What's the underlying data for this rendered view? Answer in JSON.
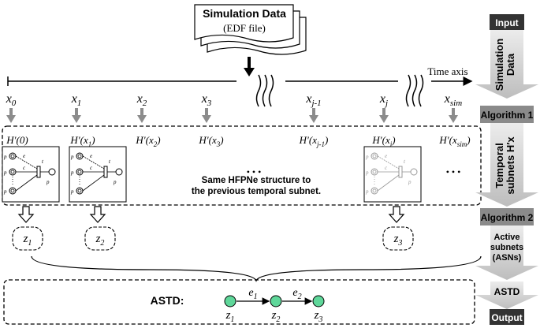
{
  "sim_data": {
    "title": "Simulation Data",
    "subtitle": "(EDF file)"
  },
  "time_axis_label": "Time axis",
  "x_ticks": [
    {
      "base": "x",
      "sub": "0"
    },
    {
      "base": "x",
      "sub": "1"
    },
    {
      "base": "x",
      "sub": "2"
    },
    {
      "base": "x",
      "sub": "3"
    },
    {
      "base": "x",
      "sub": "j-1"
    },
    {
      "base": "x",
      "sub": "j"
    },
    {
      "base": "x",
      "sub": "sim"
    }
  ],
  "subnet_labels": [
    {
      "text": "H′(0)"
    },
    {
      "base": "H′(x",
      "sub": "1",
      "tail": ")"
    },
    {
      "base": "H′(x",
      "sub": "2",
      "tail": ")"
    },
    {
      "base": "H′(x",
      "sub": "3",
      "tail": ")"
    },
    {
      "base": "H′(x",
      "sub": "j-1",
      "tail": ")"
    },
    {
      "base": "H′(x",
      "sub": "j",
      "tail": ")"
    },
    {
      "base": "H′(x",
      "sub": "sim",
      "tail": ")"
    }
  ],
  "net_glyphs": {
    "p1": "p",
    "p2": "p",
    "p3": "p",
    "e": "e",
    "c": "c",
    "t": "t",
    "out": "p"
  },
  "same_structure_note": [
    "Same HFPNe structure to",
    "the previous temporal subnet."
  ],
  "ellipsis": "• • •",
  "z_nodes": [
    {
      "base": "z",
      "sub": "1"
    },
    {
      "base": "z",
      "sub": "2"
    },
    {
      "base": "z",
      "sub": "3"
    }
  ],
  "astd": {
    "label": "ASTD:",
    "nodes": [
      {
        "base": "z",
        "sub": "1"
      },
      {
        "base": "z",
        "sub": "2"
      },
      {
        "base": "z",
        "sub": "3"
      }
    ],
    "edges": [
      {
        "base": "e",
        "sub": "1"
      },
      {
        "base": "e",
        "sub": "2"
      }
    ]
  },
  "pipeline": [
    {
      "label": "Input",
      "kind": "dark"
    },
    {
      "label": "Simulation Data",
      "kind": "arrow"
    },
    {
      "label": "Algorithm 1",
      "kind": "gray"
    },
    {
      "label": "Temporal subnets H′x",
      "kind": "arrow"
    },
    {
      "label": "Algorithm 2",
      "kind": "gray"
    },
    {
      "label": "Active subnets (ASNs)",
      "kind": "arrow"
    },
    {
      "label": "ASTD",
      "kind": "arrow"
    },
    {
      "label": "Output",
      "kind": "dark"
    }
  ],
  "colors": {
    "node_green": "#5fd79a",
    "arrow_gray": "#8c8c8c",
    "dark_box": "#333333",
    "pipe_light": "#d0d0d0",
    "pipe_mid": "#8a8a8a"
  }
}
